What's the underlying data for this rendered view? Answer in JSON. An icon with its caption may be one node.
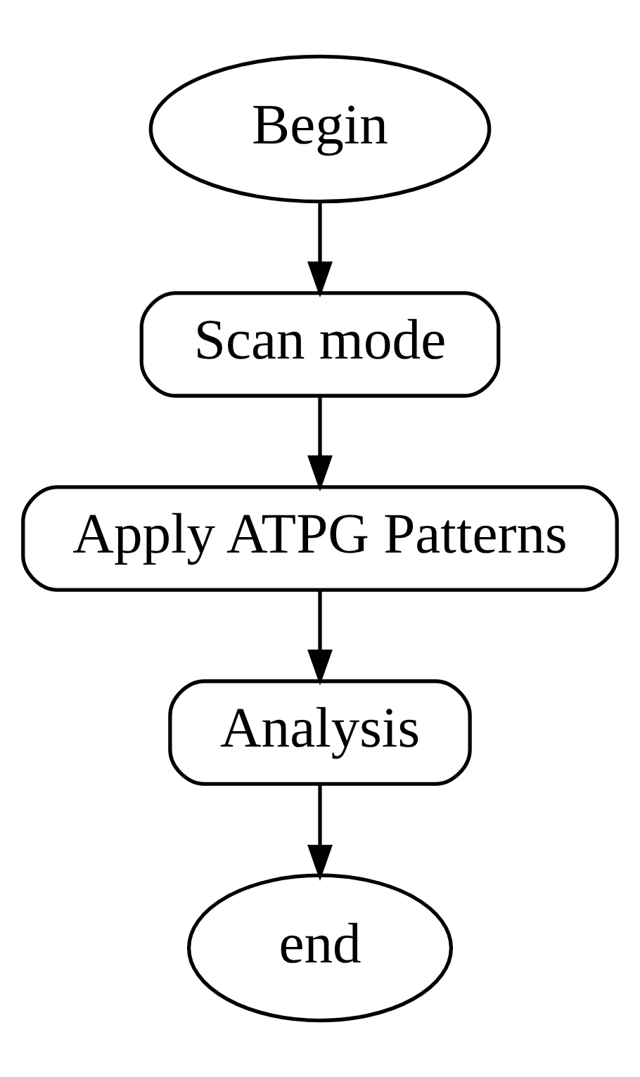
{
  "diagram": {
    "nodes": [
      {
        "text": [
          "Begin"
        ]
      },
      {
        "text": [
          "Scan mode"
        ]
      },
      {
        "text": [
          "Apply ATPG Patterns"
        ]
      },
      {
        "text": [
          "Analysis"
        ]
      },
      {
        "text": [
          "end"
        ]
      }
    ],
    "edges": [
      {
        "from": 0,
        "to": 1,
        "arrow": "to"
      },
      {
        "from": 1,
        "to": 2,
        "arrow": "to"
      },
      {
        "from": 2,
        "to": 3,
        "arrow": "to"
      },
      {
        "from": 3,
        "to": 4,
        "arrow": "to"
      }
    ]
  }
}
